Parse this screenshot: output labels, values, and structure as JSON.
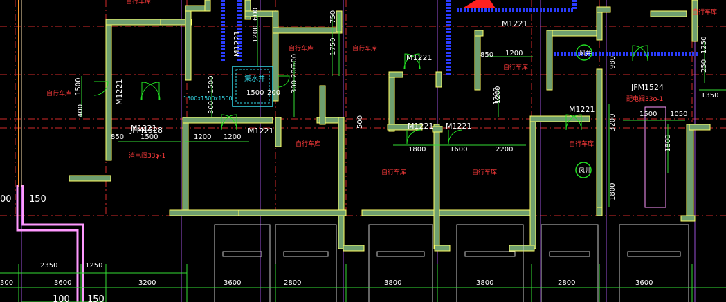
{
  "colors": {
    "background": "#000000",
    "wall_fill": "#6f9f6f",
    "wall_edge": "#ffff66",
    "axis_line": "#d22a2a",
    "grid_line": "#9a4fd6",
    "dimension": "#33dd33",
    "room_label": "#ff3b3b",
    "door_tag": "#ffffff",
    "door_swing": "#22dd22",
    "blue_element": "#2a3cff",
    "cyan_element": "#34d8e8",
    "pink_element": "#ff99ff",
    "orange_line": "#ff9a2e",
    "garage_outline": "#c9c9c9",
    "red_marker": "#ff2020"
  },
  "door_tags": [
    "M1221",
    "M1221",
    "M1221",
    "M1221",
    "M1221",
    "M1221",
    "M1221",
    "M1221",
    "M1221",
    "JFM1528",
    "JFM1524"
  ],
  "room_labels": [
    "自行车库",
    "自行车库",
    "自行车库",
    "自行车库",
    "自行车库",
    "自行车库",
    "自行车库",
    "自行车库",
    "自行车库",
    "自行车库"
  ],
  "equipment_labels": {
    "pit_name": "集水井",
    "pit_size": "1500x1500x1500",
    "valve_a": "消电阀33φ-1",
    "valve_b": "配电阀33φ-1",
    "shaft_a": "风井",
    "shaft_b": "风井"
  },
  "dim_numbers": {
    "wall_dims": [
      "600",
      "1200",
      "750",
      "1750",
      "850",
      "1200",
      "1200",
      "400",
      "1500",
      "500",
      "200",
      "300",
      "1500",
      "200",
      "1500",
      "300",
      "850",
      "1500",
      "1200",
      "1200",
      "500",
      "1800",
      "1600",
      "2200",
      "1200",
      "980",
      "1350",
      "1500",
      "1050",
      "3200",
      "1800",
      "1800",
      "1250",
      "250"
    ],
    "left_marks": [
      "00",
      "150"
    ],
    "bottom_row_1": [
      "2350",
      "1250"
    ],
    "bottom_row_2": [
      "300",
      "3600",
      "3200",
      "3600",
      "2800",
      "3800",
      "3800",
      "2800",
      "3600"
    ],
    "bottom_row_3": [
      "100",
      "150"
    ]
  }
}
